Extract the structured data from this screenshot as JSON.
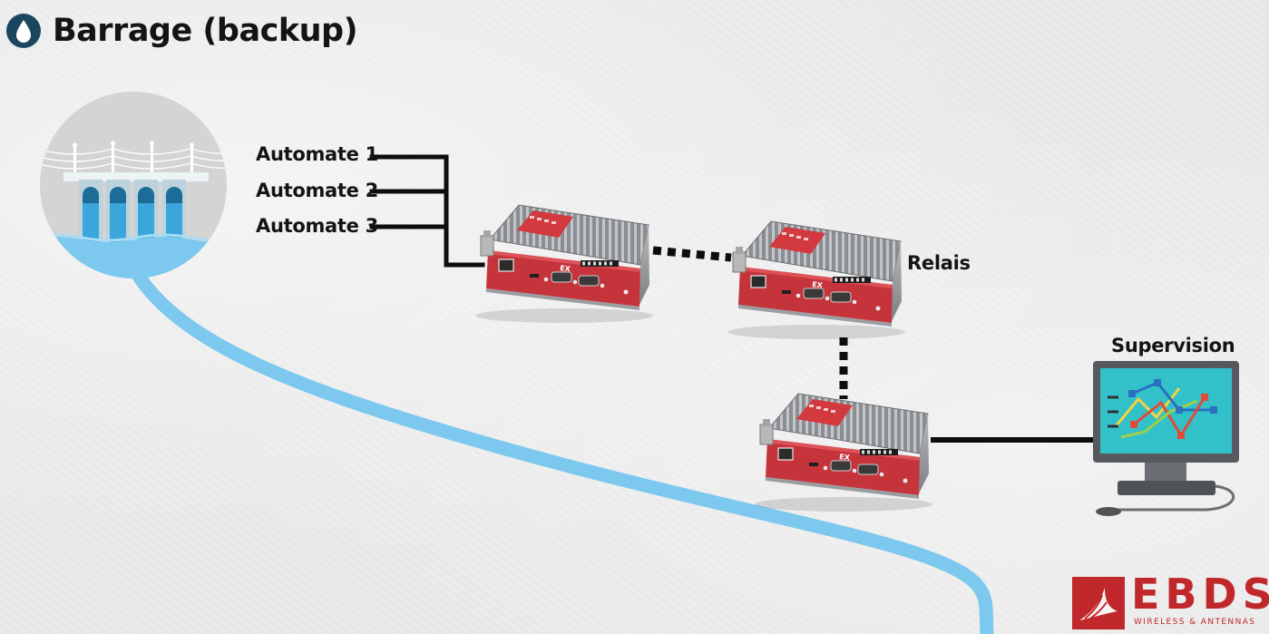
{
  "title": "Barrage (backup)",
  "nodes": {
    "automate_1": "Automate 1",
    "automate_2": "Automate 2",
    "automate_3": "Automate 3",
    "relais": "Relais",
    "supervision": "Supervision"
  },
  "device": {
    "brand_text": "EX"
  },
  "logo": {
    "name": "EBDS",
    "tagline": "WIRELESS & ANTENNAS"
  },
  "icons": {
    "title_badge": "water-drop-icon",
    "dam": "dam-icon",
    "monitor": "monitor-chart-icon"
  },
  "colors": {
    "water": "#7cc8ee",
    "river": "#7cc8ee",
    "device_red": "#c8333a",
    "line": "#0d0d0d",
    "brand": "#c0282c",
    "title_badge": "#1a4660"
  }
}
